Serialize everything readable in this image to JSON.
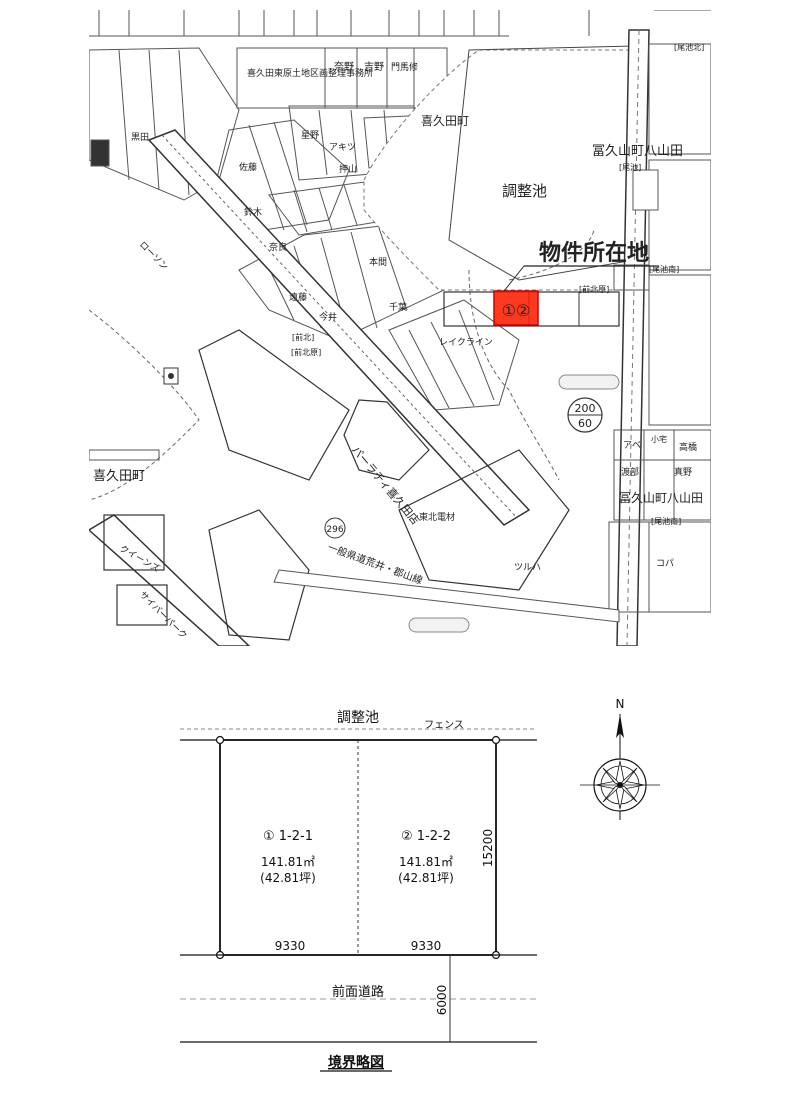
{
  "map": {
    "pond_label": "調整池",
    "property_location_label": "物件所在地",
    "property_marker": "①②",
    "town_kikuta_top": "喜久田町",
    "town_kikuta_left": "喜久田町",
    "town_tomiku_north": "冨久山町八山田",
    "town_tomiku_south": "冨久山町八山田",
    "route_number": "296",
    "route_name": "一般県道荒井・郡山線",
    "supermarket": "パーラティ喜久田店",
    "land_office": "喜久田東原土地区画整理事務所",
    "badge_values": [
      "200",
      "60"
    ],
    "street_labels": [
      "[前北原]",
      "[前北原]",
      "[前北]",
      "[尾池北]",
      "[尾池]",
      "[尾池南]",
      "[尾池南]"
    ],
    "house_names": [
      "奈野",
      "吉野",
      "門馬修",
      "星野",
      "アキツ",
      "押山",
      "鈴木",
      "奈良",
      "佐藤",
      "黒田",
      "高橋",
      "渡部",
      "真野",
      "アベ",
      "小宅",
      "遠藤",
      "千葉",
      "本間",
      "今井"
    ],
    "shop_names": [
      "クイーンズ",
      "サイバーパーク",
      "ローソン",
      "レイクライン",
      "東北電材",
      "ツルハ",
      "コパ"
    ]
  },
  "plan": {
    "title": "境界略図",
    "pond_label": "調整池",
    "fence_label": "フェンス",
    "north_label": "N",
    "road_label": "前面道路",
    "depth": "15200",
    "road_width": "6000",
    "lots": [
      {
        "id": "① 1-2-1",
        "area_m2": "141.81㎡",
        "area_tsubo": "(42.81坪)",
        "frontage": "9330"
      },
      {
        "id": "② 1-2-2",
        "area_m2": "141.81㎡",
        "area_tsubo": "(42.81坪)",
        "frontage": "9330"
      }
    ]
  }
}
